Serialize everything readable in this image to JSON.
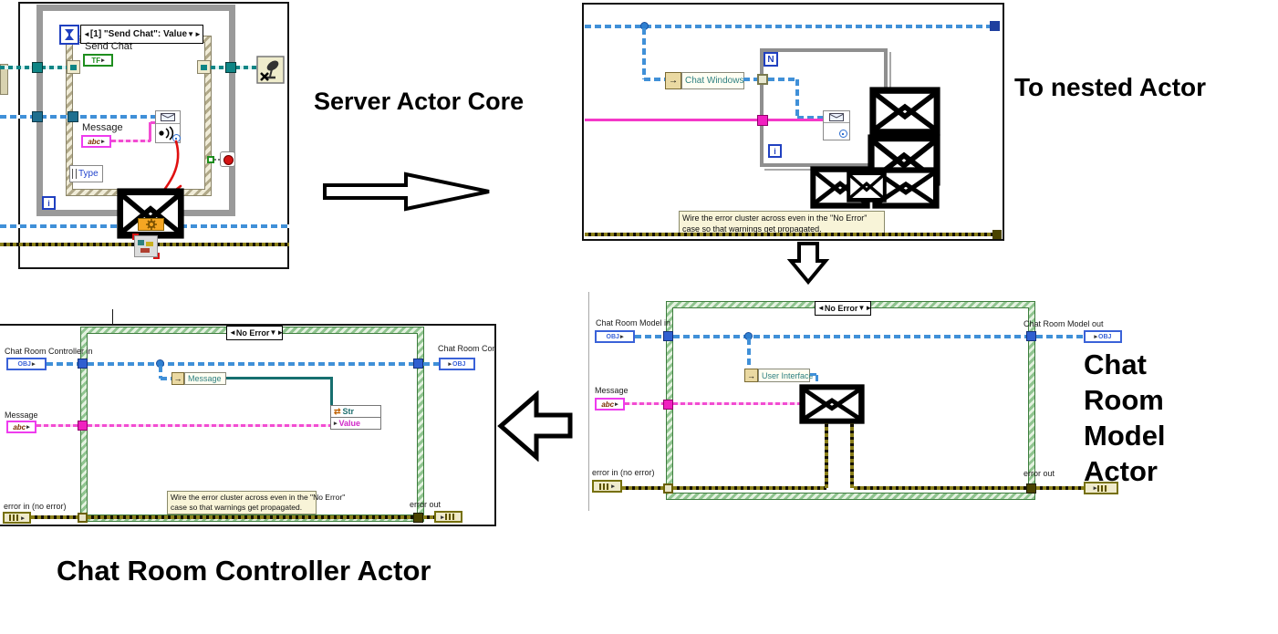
{
  "annotations": {
    "server_actor_core": "Server Actor Core",
    "to_nested_actor": "To nested Actor",
    "chat_room_model_actor": [
      "Chat",
      "Room",
      "Model",
      "Actor"
    ],
    "chat_room_controller_actor": "Chat Room Controller Actor"
  },
  "note": {
    "line1": "Wire the error cluster across even in the \"No Error\"",
    "line2": "case so that warnings get propagated."
  },
  "icons": {
    "case_prev": "◄",
    "case_next": "►",
    "case_dropdown": "▼",
    "terminal_arrow": "▸",
    "node_arrow": "→",
    "swap_arrow": "⇄"
  },
  "server_core": {
    "selector": "[1] \"Send Chat\": Value",
    "send_chat_label": "Send Chat",
    "tf": "TF",
    "message_label": "Message",
    "abc": "abc",
    "type_label": "Type",
    "iteration": "i"
  },
  "nested": {
    "chat_windows_label": "Chat Windows",
    "n": "N",
    "iteration": "i"
  },
  "model": {
    "selector": "No Error",
    "in_label": "Chat Room Model in",
    "out_label": "Chat Room Model out",
    "obj": "OBJ",
    "message_label": "Message",
    "abc": "abc",
    "user_interface_label": "User Interface",
    "error_in_label": "error in (no error)",
    "error_out_label": "error out"
  },
  "controller": {
    "selector": "No Error",
    "in_label": "Chat Room Controller in",
    "out_label": "Chat Room Control",
    "obj": "OBJ",
    "message_terminal_label": "Message",
    "message_node_label": "Message",
    "str_label": "Str",
    "value_label": "Value",
    "abc": "abc",
    "error_in_label": "error in (no error)",
    "error_out_label": "error out"
  }
}
